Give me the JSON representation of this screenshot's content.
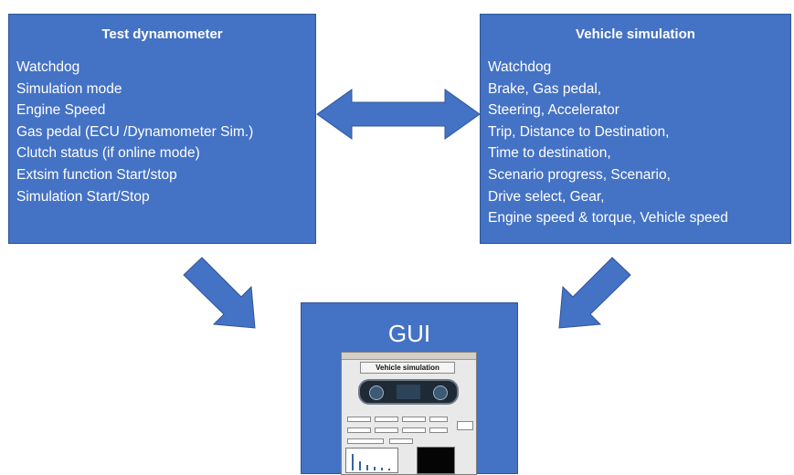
{
  "left_box": {
    "title": "Test dynamometer",
    "items": [
      "Watchdog",
      "Simulation mode",
      "Engine Speed",
      "Gas pedal (ECU /Dynamometer Sim.)",
      "Clutch status (if online mode)",
      "Extsim function Start/stop",
      "Simulation Start/Stop"
    ]
  },
  "right_box": {
    "title": "Vehicle simulation",
    "items": [
      "Watchdog",
      "Brake, Gas pedal,",
      "Steering, Accelerator",
      "Trip, Distance to Destination,",
      "Time to destination,",
      "Scenario progress, Scenario,",
      "Drive select, Gear,",
      "Engine speed & torque, Vehicle speed"
    ]
  },
  "gui_box": {
    "title": "GUI",
    "screenshot_header": "Vehicle simulation"
  },
  "colors": {
    "box_fill": "#4472c4",
    "box_border": "#2f5597",
    "arrow_fill": "#4472c4",
    "text": "#ffffff"
  },
  "icons": [
    "double-headed-arrow",
    "arrow-down-right",
    "arrow-down-left"
  ]
}
